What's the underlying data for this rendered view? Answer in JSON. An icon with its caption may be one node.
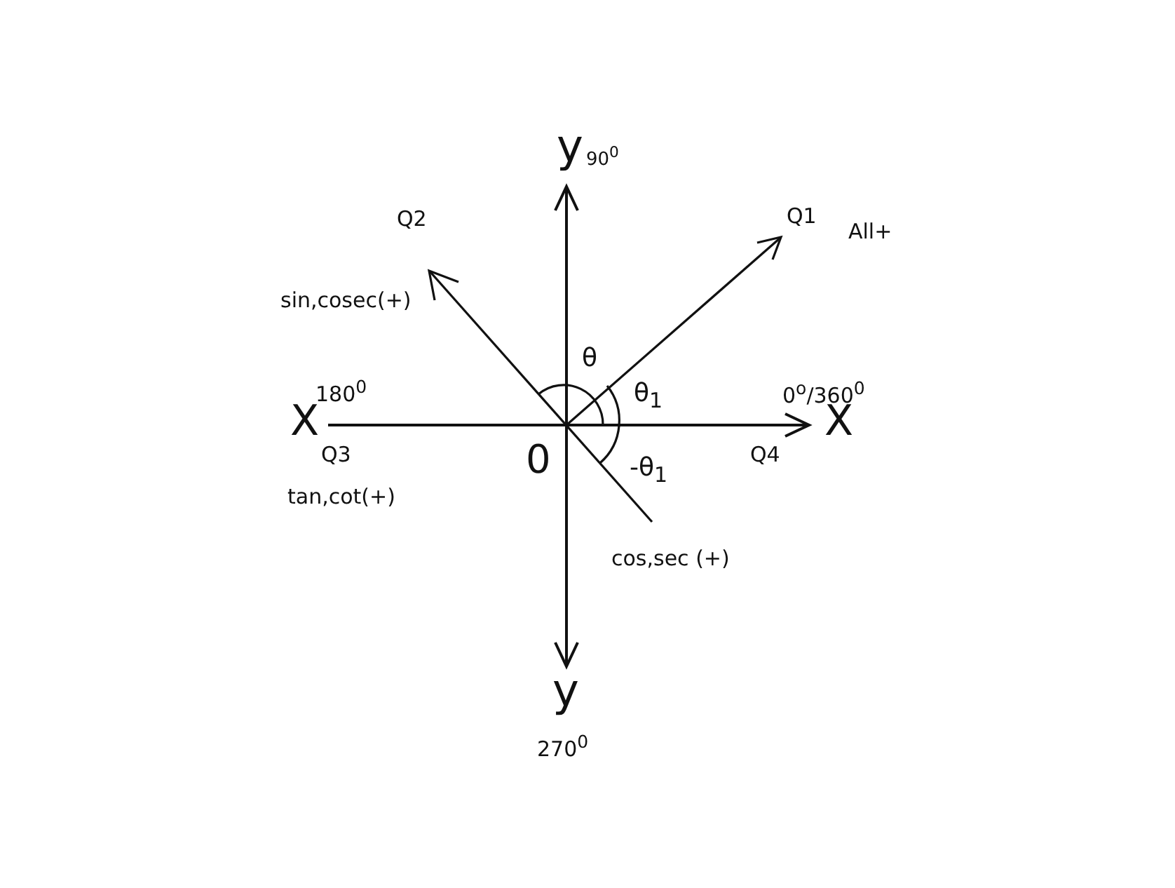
{
  "diagram": {
    "labels": [
      "y",
      "90$^{0}$",
      "Q2",
      "Q1",
      "All+",
      "sin,cosec(+)",
      "θ",
      "180$^{0}$",
      "θ$_{1}$",
      "0$^{o}$/360$^{0}$",
      "X",
      "X",
      "Q3",
      "0",
      "Q4",
      "-θ$_{1}$",
      "tan,cot(+)",
      "cos,sec (+)",
      "y",
      "270$^{0}$"
    ]
  }
}
